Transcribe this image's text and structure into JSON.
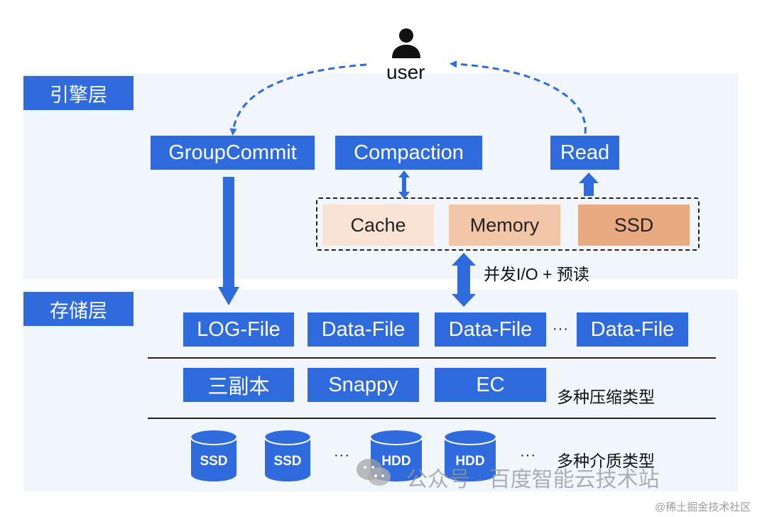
{
  "user": {
    "label": "user"
  },
  "engine_layer": {
    "label": "引擎层",
    "boxes": {
      "group_commit": "GroupCommit",
      "compaction": "Compaction",
      "read": "Read"
    },
    "media_group": {
      "cache": "Cache",
      "memory": "Memory",
      "ssd": "SSD"
    },
    "io_label": "并发I/O + 预读"
  },
  "storage_layer": {
    "label": "存储层",
    "files": {
      "log": "LOG-File",
      "data1": "Data-File",
      "data2": "Data-File",
      "ellipsis": "···",
      "data3": "Data-File"
    },
    "encoding": {
      "replica": "三副本",
      "snappy": "Snappy",
      "ec": "EC",
      "note": "多种压缩类型"
    },
    "disks": {
      "d1": "SSD",
      "d2": "SSD",
      "ellipsis1": "···",
      "d3": "HDD",
      "d4": "HDD",
      "ellipsis2": "···",
      "note": "多种介质类型"
    }
  },
  "watermark": {
    "main": "公众号 · 百度智能云技术站",
    "sub": "@稀土掘金技术社区"
  },
  "colors": {
    "accent": "#2f6bdd",
    "panel": "#f1f6fd",
    "cache": "#f9e3d4",
    "memory": "#f2c7a8",
    "ssd": "#e9aa80"
  },
  "icons": {
    "user": "user-icon",
    "wechat": "wechat-icon"
  }
}
